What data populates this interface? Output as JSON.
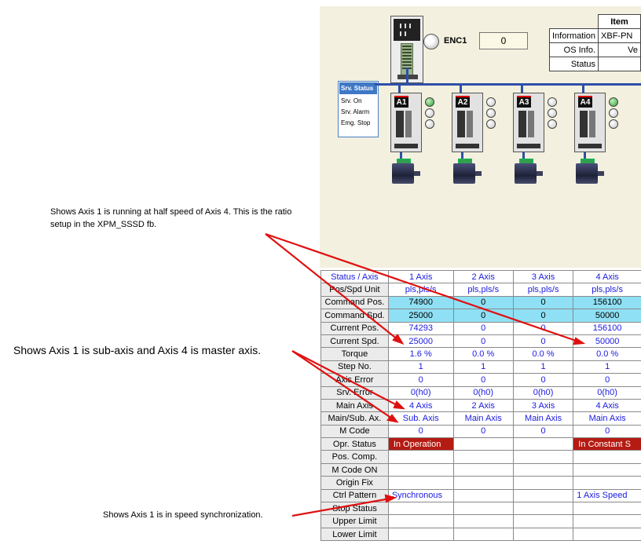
{
  "annotations": {
    "note1": "Shows Axis 1 is running at half speed of Axis 4. This is the ratio setup in the XPM_SSSD fb.",
    "note2": "Shows Axis 1 is sub-axis and Axis 4 is master axis.",
    "note3": "Shows Axis 1 is in speed synchronization."
  },
  "encoder": {
    "label": "ENC1",
    "value": "0"
  },
  "info_table": {
    "header": "Item",
    "rows": [
      {
        "label": "Information",
        "value": "XBF-PN"
      },
      {
        "label": "OS Info.",
        "value": "Ve"
      },
      {
        "label": "Status",
        "value": ""
      }
    ]
  },
  "servo_legend": {
    "title": "Srv. Status",
    "items": [
      "Srv. On",
      "Srv. Alarm",
      "Emg. Stop"
    ]
  },
  "drives": [
    {
      "tag": "A1",
      "lamps": [
        "on",
        "off",
        "off"
      ]
    },
    {
      "tag": "A2",
      "lamps": [
        "off",
        "off",
        "off"
      ]
    },
    {
      "tag": "A3",
      "lamps": [
        "off",
        "off",
        "off"
      ]
    },
    {
      "tag": "A4",
      "lamps": [
        "on",
        "off",
        "off"
      ]
    }
  ],
  "status_table": {
    "headers": [
      "Status / Axis",
      "1 Axis",
      "2 Axis",
      "3 Axis",
      "4 Axis"
    ],
    "rows": [
      {
        "label": "Pos/Spd Unit",
        "values": [
          "pls,pls/s",
          "pls,pls/s",
          "pls,pls/s",
          "pls,pls/s"
        ]
      },
      {
        "label": "Command Pos.",
        "values": [
          "74900",
          "0",
          "0",
          "156100"
        ]
      },
      {
        "label": "Command Spd.",
        "values": [
          "25000",
          "0",
          "0",
          "50000"
        ]
      },
      {
        "label": "Current Pos.",
        "values": [
          "74293",
          "0",
          "0",
          "156100"
        ]
      },
      {
        "label": "Current Spd.",
        "values": [
          "25000",
          "0",
          "0",
          "50000"
        ]
      },
      {
        "label": "Torque",
        "values": [
          "1.6 %",
          "0.0 %",
          "0.0 %",
          "0.0 %"
        ]
      },
      {
        "label": "Step No.",
        "values": [
          "1",
          "1",
          "1",
          "1"
        ]
      },
      {
        "label": "Axis Error",
        "values": [
          "0",
          "0",
          "0",
          "0"
        ]
      },
      {
        "label": "Srv. Error",
        "values": [
          "0(h0)",
          "0(h0)",
          "0(h0)",
          "0(h0)"
        ]
      },
      {
        "label": "Main Axis",
        "values": [
          "4 Axis",
          "2 Axis",
          "3 Axis",
          "4 Axis"
        ]
      },
      {
        "label": "Main/Sub. Ax.",
        "values": [
          "Sub. Axis",
          "Main Axis",
          "Main Axis",
          "Main Axis"
        ]
      },
      {
        "label": "M Code",
        "values": [
          "0",
          "0",
          "0",
          "0"
        ]
      },
      {
        "label": "Opr. Status",
        "values": [
          "In Operation",
          "",
          "",
          "In Constant S"
        ]
      },
      {
        "label": "Pos. Comp.",
        "values": [
          "",
          "",
          "",
          ""
        ]
      },
      {
        "label": "M Code ON",
        "values": [
          "",
          "",
          "",
          ""
        ]
      },
      {
        "label": "Origin Fix",
        "values": [
          "",
          "",
          "",
          ""
        ]
      },
      {
        "label": "Ctrl Pattern",
        "values": [
          "Synchronous",
          "",
          "",
          "1 Axis Speed"
        ]
      },
      {
        "label": "Stop Status",
        "values": [
          "",
          "",
          "",
          ""
        ]
      },
      {
        "label": "Upper Limit",
        "values": [
          "",
          "",
          "",
          ""
        ]
      },
      {
        "label": "Lower Limit",
        "values": [
          "",
          "",
          "",
          ""
        ]
      }
    ]
  },
  "colors": {
    "value_text": "#1a1ae0",
    "command_highlight": "#8fe0f4",
    "status_red": "#b51b12",
    "arrow": "#e01010",
    "panel_bg": "#f3f0df"
  }
}
